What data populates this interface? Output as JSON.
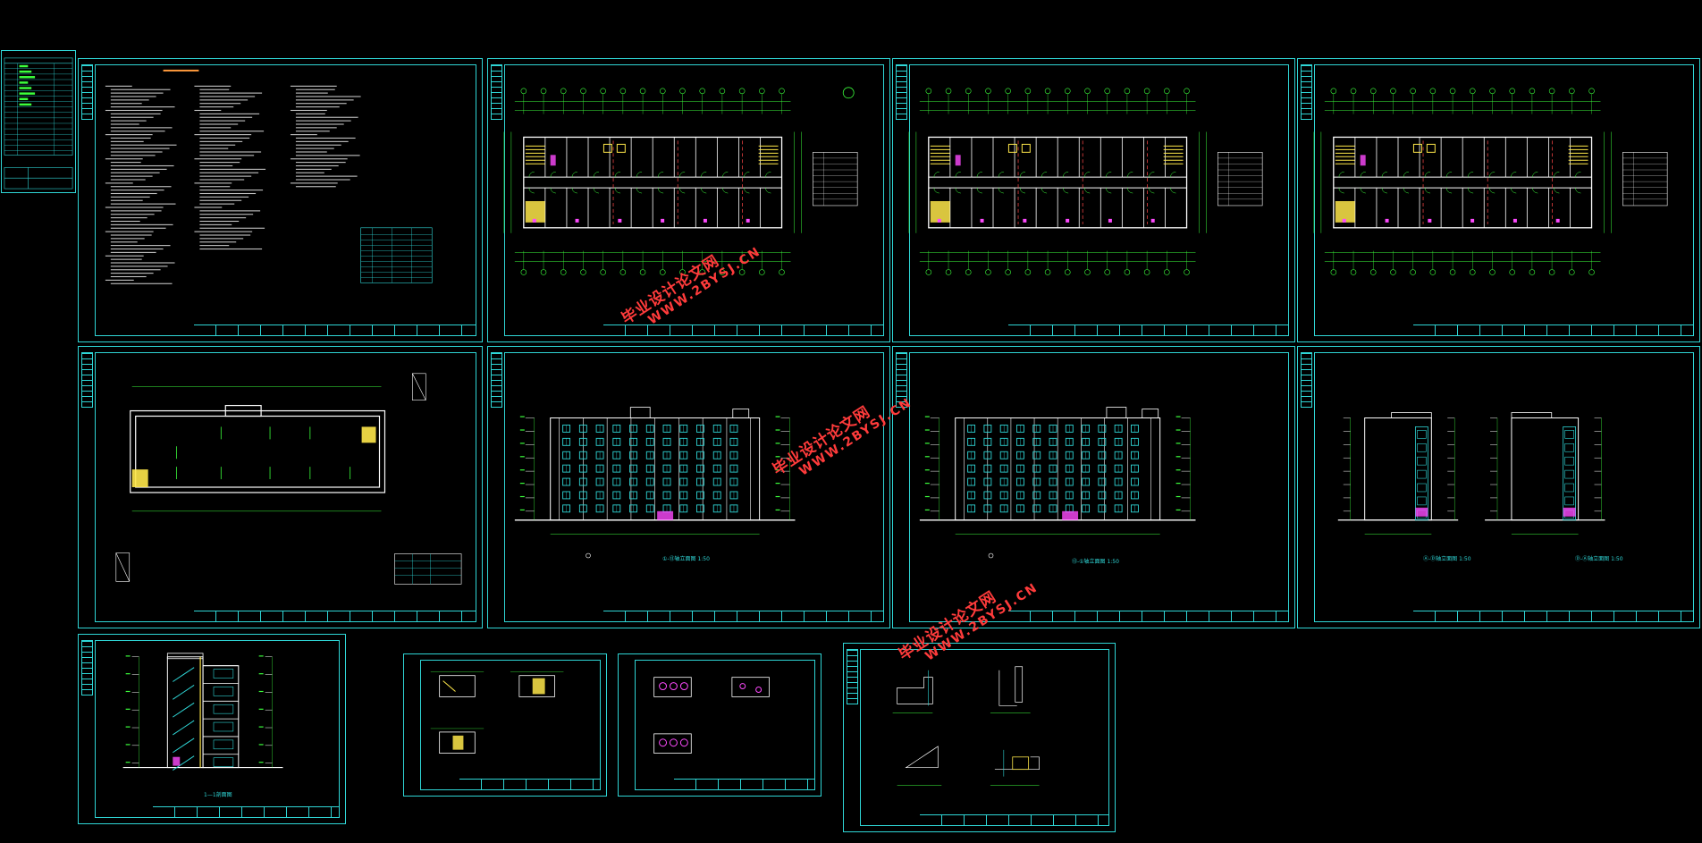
{
  "app": {
    "title": "CAD drawing overview"
  },
  "canvas": {
    "background": "#000000",
    "line_color": "#2fd6d6"
  },
  "colors": {
    "frame": "#2fd6d6",
    "wall": "#ffffff",
    "axis": "#e84040",
    "grid": "#3cff3c",
    "stair": "#ffe84a",
    "accent": "#ff4aff",
    "watermark": "#ff3b3b"
  },
  "sheets": [
    {
      "id": "drawing-list",
      "kind": "table"
    },
    {
      "id": "design-notes",
      "kind": "notes"
    },
    {
      "id": "ground-floor-plan",
      "kind": "plan"
    },
    {
      "id": "typical-floor-plan",
      "kind": "plan"
    },
    {
      "id": "top-floor-plan",
      "kind": "plan"
    },
    {
      "id": "roof-plan",
      "kind": "roof"
    },
    {
      "id": "front-elevation",
      "kind": "elevation"
    },
    {
      "id": "rear-elevation",
      "kind": "elevation"
    },
    {
      "id": "side-elevations",
      "kind": "side"
    },
    {
      "id": "section-1-1",
      "kind": "section"
    },
    {
      "id": "toilet-details-a",
      "kind": "details"
    },
    {
      "id": "toilet-details-b",
      "kind": "details"
    },
    {
      "id": "node-details",
      "kind": "nodes"
    }
  ],
  "watermarks": [
    {
      "cn": "毕业设计论文网",
      "url": "WWW.2BYSJ.CN"
    },
    {
      "cn": "毕业设计论文网",
      "url": "WWW.2BYSJ.CN"
    },
    {
      "cn": "毕业设计论文网",
      "url": "WWW.2BYSJ.CN"
    }
  ],
  "labels": {
    "front_elev": "①-⑬轴立面图 1:50",
    "rear_elev": "⑬-①轴立面图 1:50",
    "side_a": "Ⓐ-Ⓓ轴立面图 1:50",
    "side_b": "Ⓓ-Ⓐ轴立面图 1:50",
    "section": "1—1剖面图"
  }
}
